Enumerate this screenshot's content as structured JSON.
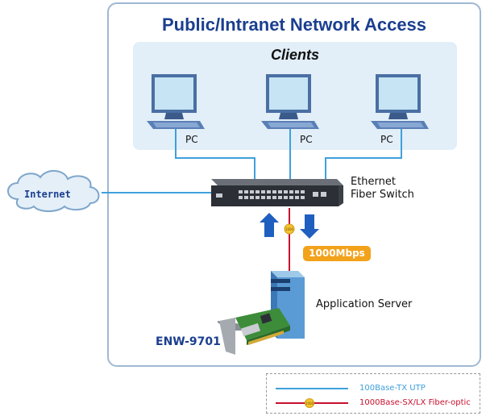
{
  "title": "Public/Intranet Network Access",
  "clients": {
    "title": "Clients",
    "pcs": [
      {
        "label": "PC"
      },
      {
        "label": "PC"
      },
      {
        "label": "PC"
      }
    ]
  },
  "switch": {
    "line1": "Ethernet",
    "line2": "Fiber Switch"
  },
  "internet": {
    "label": "Internet"
  },
  "link": {
    "speed": "1000Mbps",
    "connector_label": "1000"
  },
  "server": {
    "label": "Application Server"
  },
  "product": {
    "label": "ENW-9701"
  },
  "legend": {
    "utp_label": "100Base-TX UTP",
    "fiber_label": "1000Base-SX/LX Fiber-optic",
    "fiber_connector_label": "1000"
  },
  "colors": {
    "title": "#1b3f8f",
    "utp_line": "#3ea0dc",
    "fiber_line": "#c8102e",
    "badge": "#f2a21b",
    "arrow": "#1f5fbf",
    "clients_bg": "#e2eef8"
  },
  "icons": [
    "pc-monitor-icon",
    "ethernet-switch-icon",
    "cloud-icon",
    "server-tower-icon",
    "network-card-icon",
    "up-arrow-icon",
    "down-arrow-icon"
  ]
}
